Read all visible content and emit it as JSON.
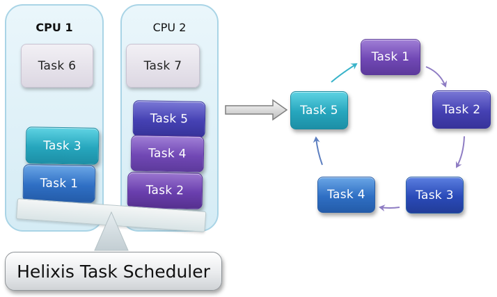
{
  "cpus": [
    {
      "label": "CPU 1"
    },
    {
      "label": "CPU 2"
    }
  ],
  "cpu1_tasks": {
    "task6": "Task 6",
    "task3": "Task 3",
    "task1": "Task 1"
  },
  "cpu2_tasks": {
    "task7": "Task 7",
    "task5": "Task 5",
    "task4": "Task 4",
    "task2": "Task 2"
  },
  "scheduler": {
    "label": "Helixis Task Scheduler"
  },
  "cycle": {
    "task1": "Task 1",
    "task2": "Task 2",
    "task3": "Task 3",
    "task4": "Task 4",
    "task5": "Task 5"
  },
  "colors": {
    "panel_border": "#a9d4e6",
    "arrow": "#8e7cc3",
    "arrow_teal": "#38b3c9"
  }
}
